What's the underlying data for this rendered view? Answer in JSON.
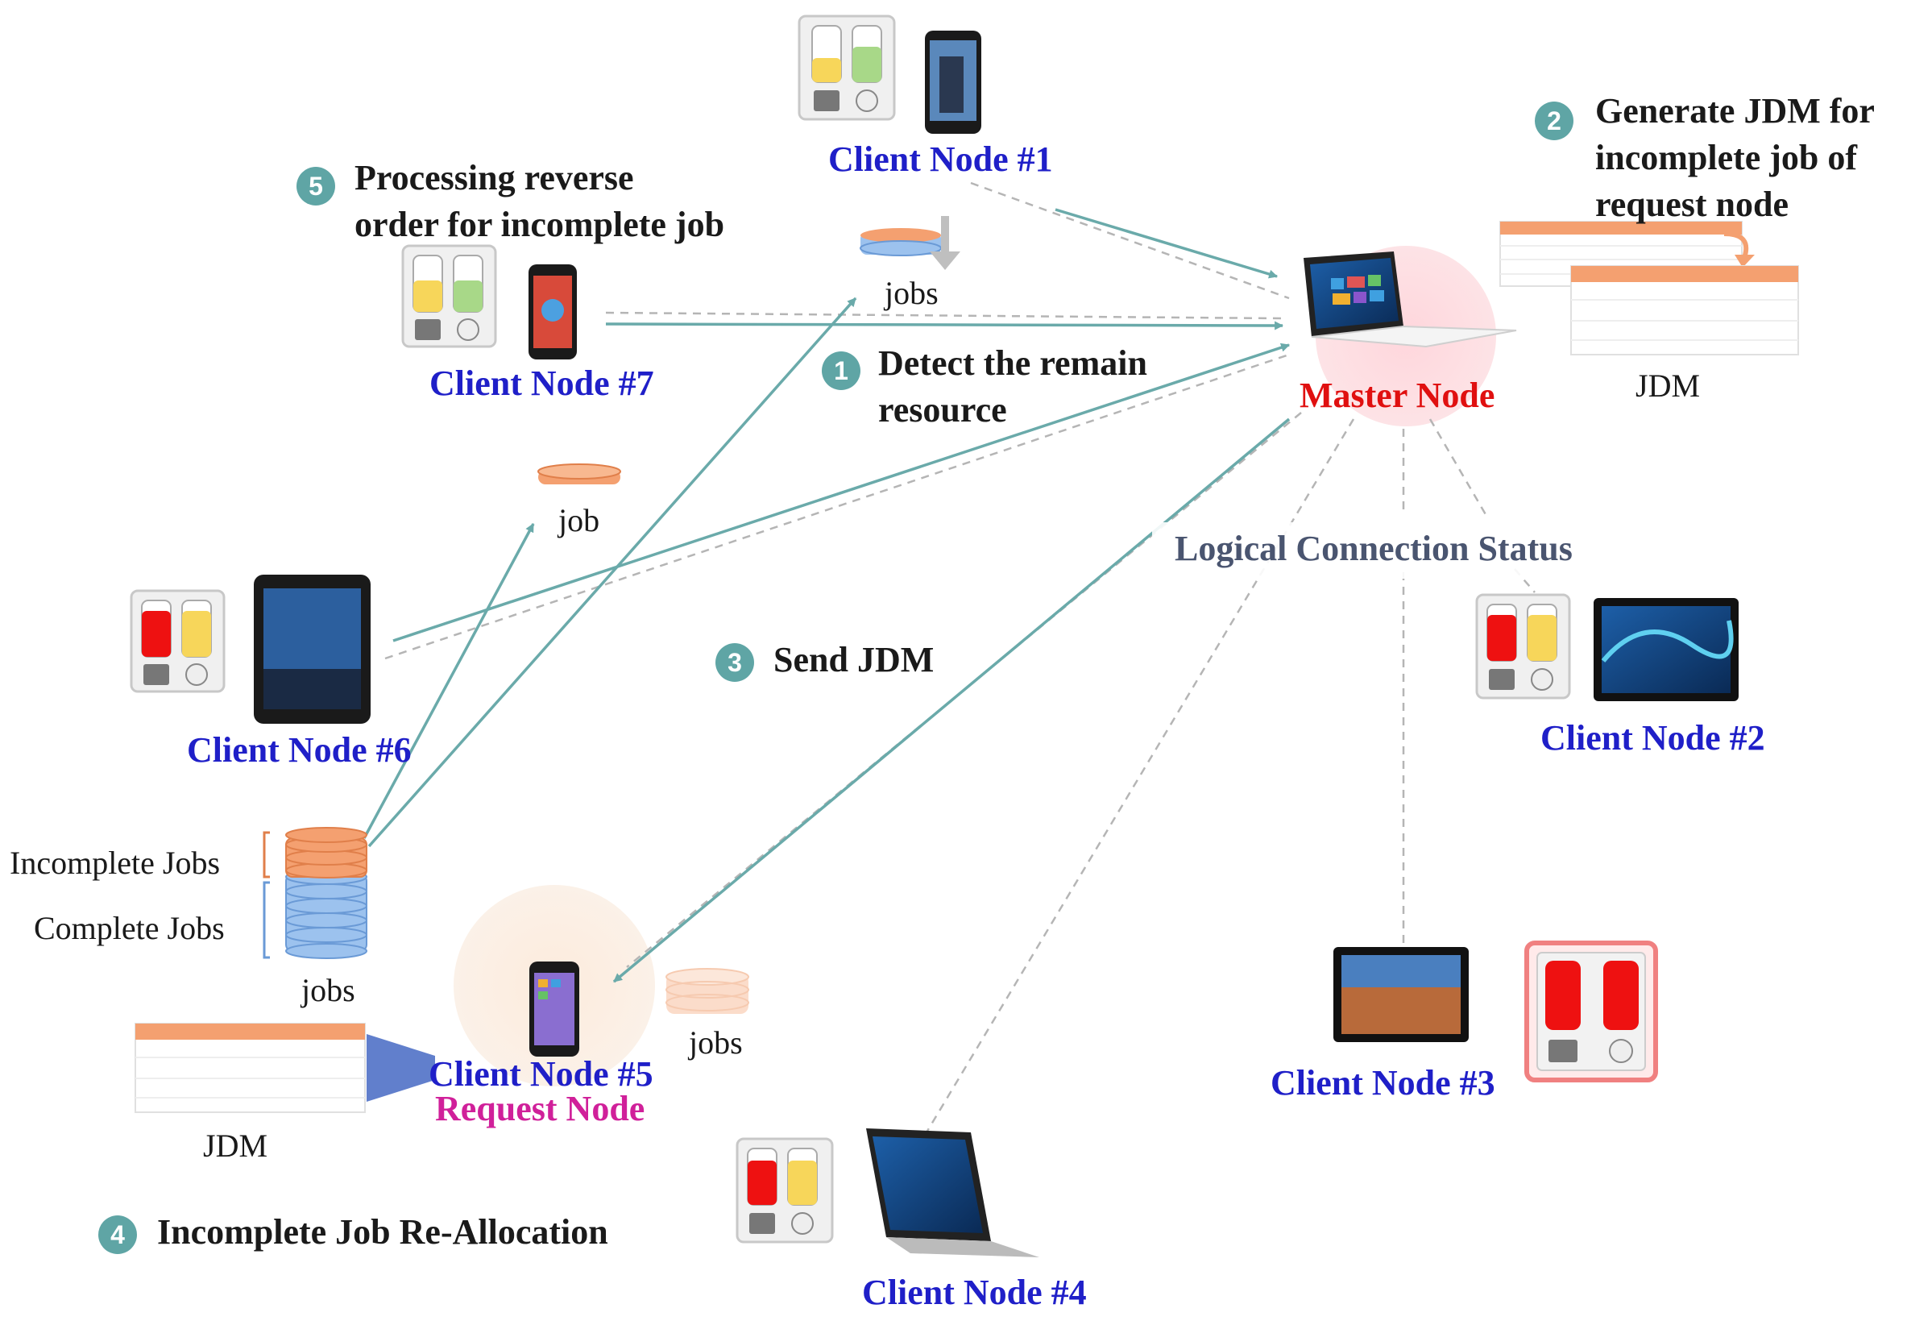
{
  "nodes": {
    "client1": "Client Node #1",
    "client2": "Client Node #2",
    "client3": "Client Node #3",
    "client4": "Client Node #4",
    "client5": "Client Node #5",
    "client6": "Client Node #6",
    "client7": "Client Node #7",
    "master": "Master Node",
    "request": "Request Node"
  },
  "steps": [
    {
      "num": "1",
      "lines": [
        "Detect the remain",
        "resource"
      ]
    },
    {
      "num": "2",
      "lines": [
        "Generate JDM for",
        "incomplete job of",
        "request node"
      ]
    },
    {
      "num": "3",
      "lines": [
        "Send JDM"
      ]
    },
    {
      "num": "4",
      "lines": [
        "Incomplete Job Re-Allocation"
      ]
    },
    {
      "num": "5",
      "lines": [
        "Processing reverse",
        "order for incomplete job"
      ]
    }
  ],
  "labels": {
    "jobs_top": "jobs",
    "job_mid": "job",
    "jobs_stack": "jobs",
    "jobs_request": "jobs",
    "incomplete_jobs": "Incomplete Jobs",
    "complete_jobs": "Complete Jobs",
    "jdm_master": "JDM",
    "jdm_request": "JDM",
    "logical_status": "Logical Connection Status"
  },
  "colors": {
    "client_label": "#1f1fc8",
    "master_label": "#e01010",
    "request_label": "#d0209a",
    "arrow": "#6aaaaa",
    "dashed_line": "#b0b0b0",
    "step_badge": "#5fa5a5",
    "incomplete_job": "#f4a070",
    "complete_job": "#9cc2ee",
    "resource_full": "#ee1111",
    "resource_yellow": "#f7d65a",
    "resource_green": "#a8d888"
  }
}
